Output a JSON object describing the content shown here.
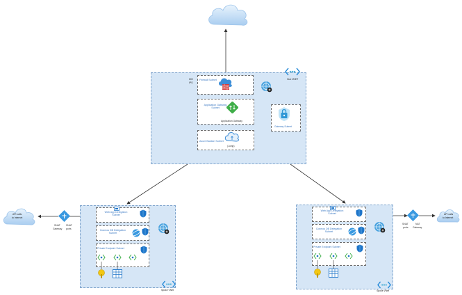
{
  "colors": {
    "vnet_fill": "#d6e6f6",
    "vnet_border": "#7fa4cc",
    "subnet_border": "#6b6b6b",
    "label_blue": "#3b79c3",
    "arrow": "#333333"
  },
  "hub": {
    "address_space": [
      "IDS",
      "IPS"
    ],
    "subnets": {
      "firewall": "Firewall Subnet",
      "appgw": "Application Gateway Subnet",
      "bastion": "Azure Bastion Subnet",
      "gateway": "Gateway Subnet"
    },
    "captions": {
      "appgw_icon": "Application Gateway",
      "bastion_icon": "(Jump)"
    },
    "vnet_label": "Hub VNET",
    "icons": [
      "firewall-icon",
      "application-gateway-icon",
      "bastion-icon",
      "vpn-gateway-lock-icon",
      "network-security-group-icon",
      "vnet-icon"
    ]
  },
  "spoke_left": {
    "subnets": {
      "webapp": "Web App Delegation Subnet",
      "cosmos": "Cosmos DB Delegation Subnet",
      "private_endpoint": "Private Endpoint Subnet"
    },
    "vnet_label": "Spoke VNet",
    "nat": {
      "line1": "SNAT",
      "line2": "Gateway",
      "line3": "SNAT",
      "line4": "ports"
    },
    "cloud": {
      "line1": "API calls",
      "line2": "to Internet"
    }
  },
  "spoke_right": {
    "subnets": {
      "webapp": "Web App Delegation Subnet",
      "cosmos": "Cosmos DB Delegation Subnet",
      "private_endpoint": "Private Endpoint Subnet"
    },
    "vnet_label": "Spoke VNet",
    "nat": {
      "line1": "SNAT",
      "line2": "ports",
      "line3": "NAT",
      "line4": "Gateway"
    },
    "cloud": {
      "line1": "API calls",
      "line2": "to Internet"
    }
  },
  "internet_cloud": {
    "name": "internet-cloud"
  }
}
